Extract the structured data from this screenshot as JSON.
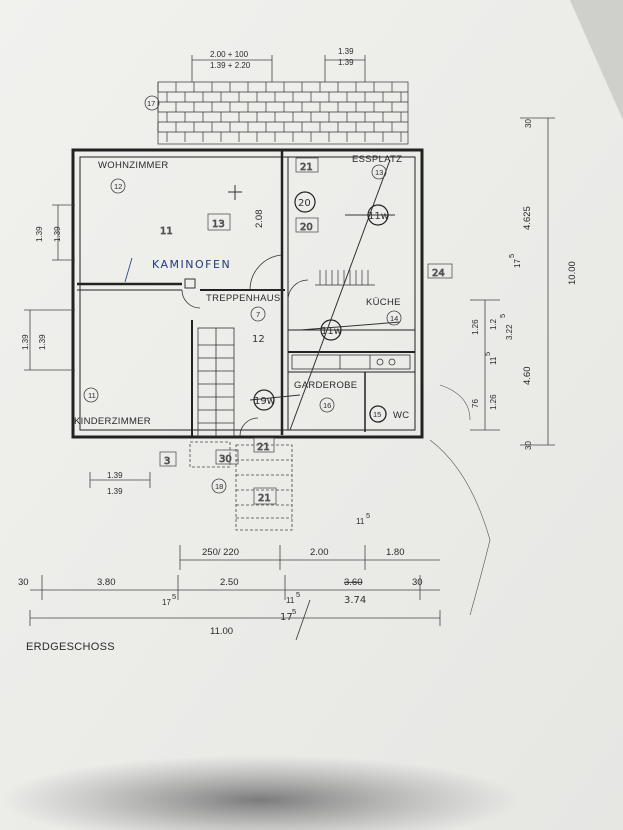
{
  "floor_title": "ERDGESCHOSS",
  "rooms": {
    "wohnzimmer": "WOHNZIMMER",
    "essplatz": "ESSPLATZ",
    "kueche": "KÜCHE",
    "treppenhaus": "TREPPENHAUS",
    "garderobe": "GARDEROBE",
    "wc": "WC",
    "kinderzimmer": "KINDERZIMMER"
  },
  "handwritten": {
    "kaminofen": "KAMINOFEN"
  },
  "room_numbers": {
    "wohnzimmer": "12",
    "essplatz": "13",
    "kinderzimmer": "11",
    "treppenhaus": "7",
    "treppe_12": "12",
    "kueche": "14",
    "garderobe": "16",
    "wc": "15",
    "terrace": "17",
    "entry": "18",
    "circle_20": "20",
    "circle_11w_top": "11w",
    "circle_11w_mid": "11w",
    "circle_19w": "19w",
    "box_21": "21",
    "box_20": "20",
    "box_24": "24",
    "box_21_right": "21",
    "box_3": "3",
    "box_30": "30",
    "box_13": "13",
    "box_11": "11"
  },
  "dimensions": {
    "top_a": "2.00 + 100",
    "top_b": "1.39 + 2.20",
    "top_c": "1.39",
    "top_d": "1.39",
    "left_139_a": "1.39",
    "left_139_b": "1.39",
    "left_139_c": "1.39",
    "left_139_d": "1.39",
    "bottom_139_a": "1.39",
    "bottom_139_b": "1.39",
    "row1_a": "250/ 220",
    "row1_b": "2.00",
    "row1_c": "1.80",
    "row1_sup": "11",
    "row1_sup_exp": "5",
    "row2_a": "30",
    "row2_b": "3.80",
    "row2_c": "2.50",
    "row2_d": "3.60",
    "row2_e": "30",
    "row3_a": "17",
    "row3_a_exp": "5",
    "row3_b": "11",
    "row3_b_exp": "5",
    "row3_c": "3.74",
    "row3_d": "17",
    "row3_d_exp": "5",
    "total": "11.00",
    "right_30_top": "30",
    "right_4625": "4.625",
    "right_1000": "10.00",
    "right_175": "17",
    "right_175_exp": "5",
    "right_126_a": "1.26",
    "right_12": "1.2",
    "right_3225": "3.22",
    "right_3225_exp": "5",
    "right_115": "11",
    "right_115_exp": "5",
    "right_460": "4.60",
    "right_76": "76",
    "right_126_b": "1.26",
    "right_30_bot": "30",
    "door_208": "2.08"
  },
  "colors": {
    "paper": "#efefec",
    "ink": "#222222",
    "handwriting": "#1f3a7a"
  }
}
